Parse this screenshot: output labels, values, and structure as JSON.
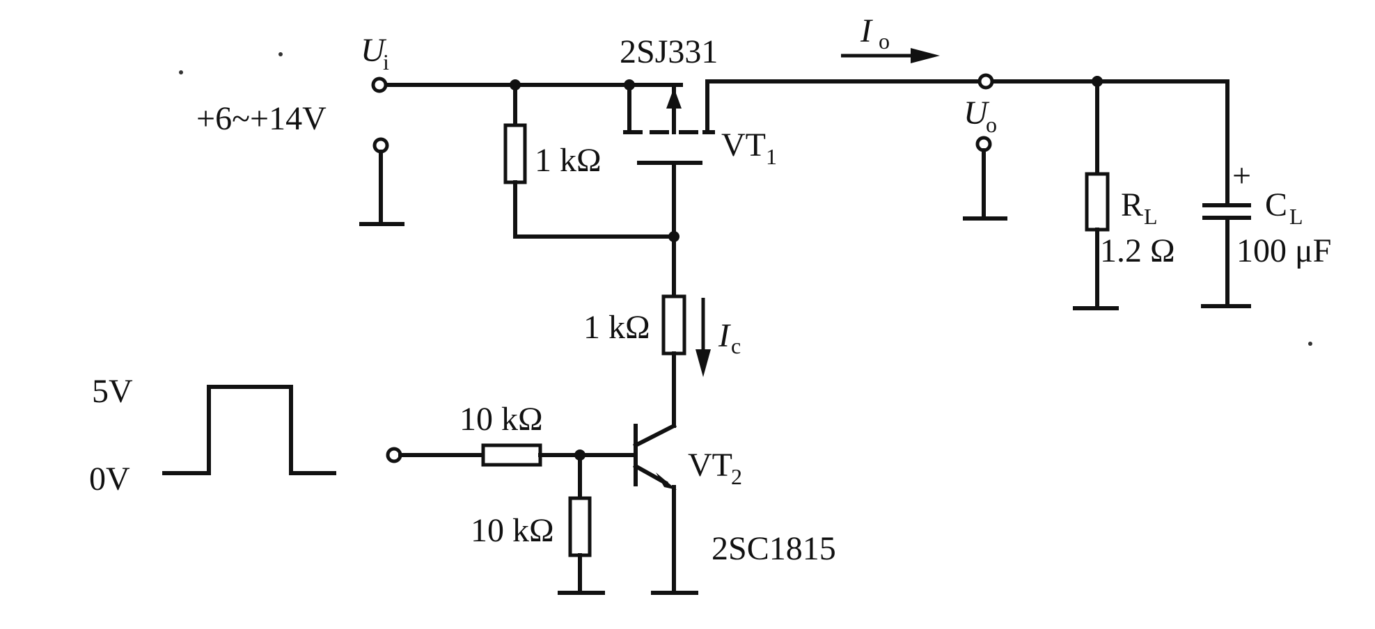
{
  "input": {
    "terminal_symbol": "U",
    "terminal_sub": "i",
    "range": "+6~+14V"
  },
  "vt1": {
    "part": "2SJ331",
    "name": "VT",
    "sub": "1"
  },
  "r_gate": {
    "value": "1 kΩ"
  },
  "r_collector": {
    "value": "1 kΩ"
  },
  "r_base": {
    "value": "10 kΩ"
  },
  "r_pulldown": {
    "value": "10 kΩ"
  },
  "vt2": {
    "part": "2SC1815",
    "name": "VT",
    "sub": "2"
  },
  "output": {
    "current_symbol": "I",
    "current_sub": "o",
    "terminal_symbol": "U",
    "terminal_sub": "o"
  },
  "collector_current": {
    "symbol": "I",
    "sub": "c"
  },
  "load_resistor": {
    "name": "R",
    "sub": "L",
    "value": "1.2 Ω"
  },
  "load_capacitor": {
    "name": "C",
    "sub": "L",
    "polarity": "+",
    "value": "100 μF"
  },
  "pulse": {
    "high": "5V",
    "low": "0V"
  }
}
